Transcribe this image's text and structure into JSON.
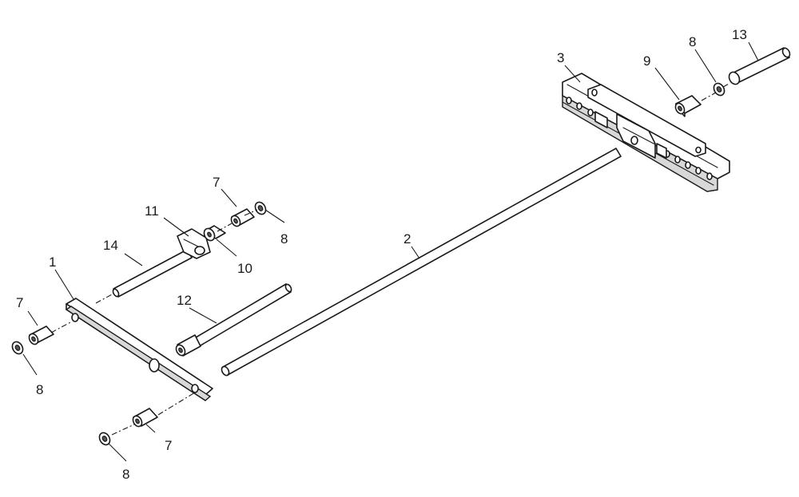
{
  "diagram": {
    "callouts": {
      "c1": "1",
      "c2": "2",
      "c3": "3",
      "c7a": "7",
      "c7b": "7",
      "c7c": "7",
      "c8a": "8",
      "c8b": "8",
      "c8c": "8",
      "c8d": "8",
      "c9": "9",
      "c10": "10",
      "c11": "11",
      "c12": "12",
      "c13": "13",
      "c14": "14"
    }
  }
}
